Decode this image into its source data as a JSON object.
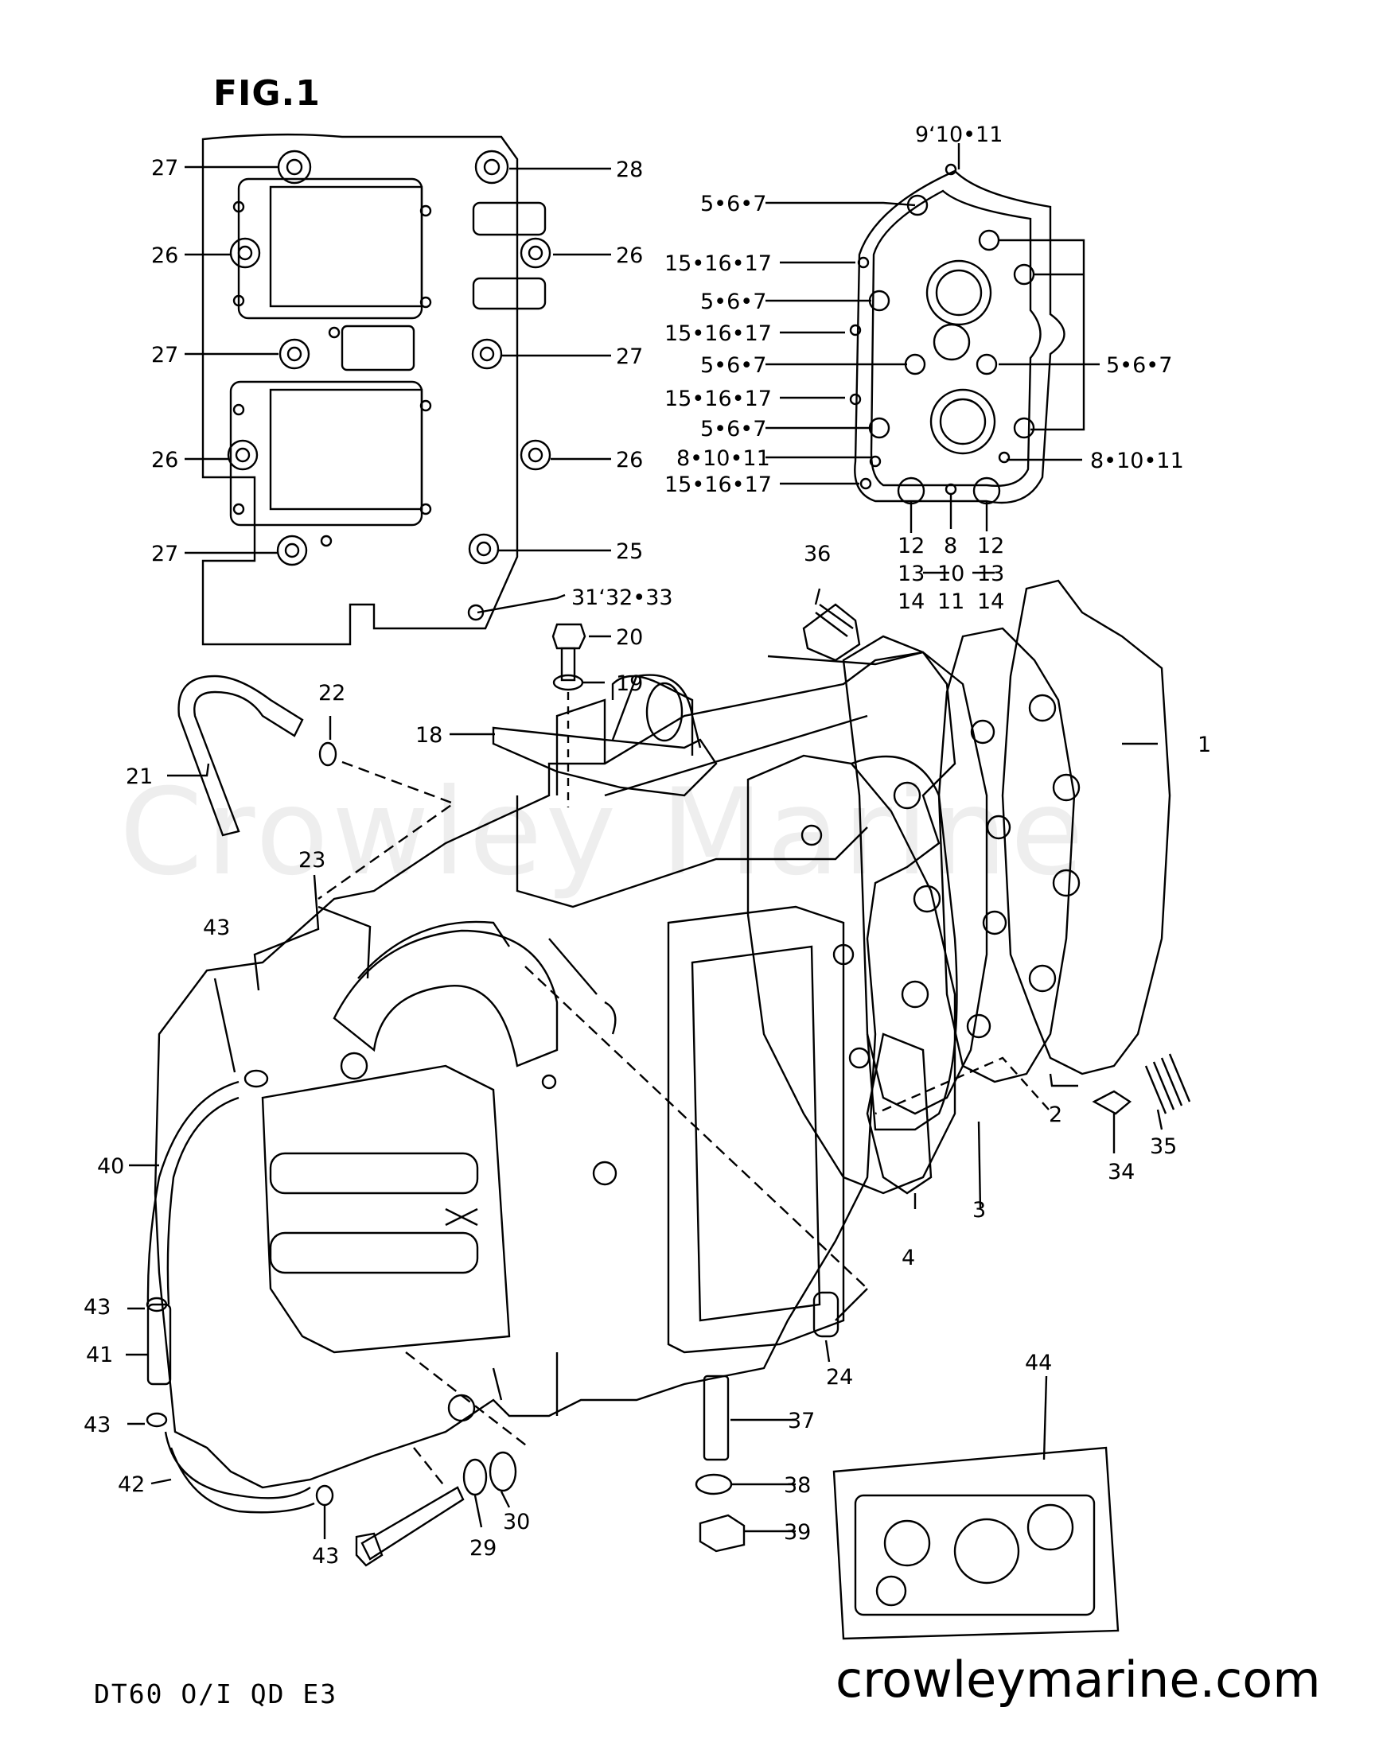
{
  "figure_title": "FIG.1",
  "footer_model": "DT60 O/I QD E3",
  "footer_site": "crowleymarine.com",
  "watermark": "Crowley Marine",
  "callouts": [
    {
      "id": "c27a",
      "text": "27"
    },
    {
      "id": "c28",
      "text": "28"
    },
    {
      "id": "c26a",
      "text": "26"
    },
    {
      "id": "c26b",
      "text": "26"
    },
    {
      "id": "c27b",
      "text": "27"
    },
    {
      "id": "c27c",
      "text": "27"
    },
    {
      "id": "c26c",
      "text": "26"
    },
    {
      "id": "c26d",
      "text": "26"
    },
    {
      "id": "c27d",
      "text": "27"
    },
    {
      "id": "c25",
      "text": "25"
    },
    {
      "id": "c31",
      "text": "31ʻ32•33"
    },
    {
      "id": "c9",
      "text": "9ʻ10•11"
    },
    {
      "id": "c567a",
      "text": "5•6•7"
    },
    {
      "id": "c151617a",
      "text": "15•16•17"
    },
    {
      "id": "c567b",
      "text": "5•6•7"
    },
    {
      "id": "c151617b",
      "text": "15•16•17"
    },
    {
      "id": "c567c",
      "text": "5•6•7"
    },
    {
      "id": "c151617c",
      "text": "15•16•17"
    },
    {
      "id": "c567d",
      "text": "5•6•7"
    },
    {
      "id": "c81011a",
      "text": "8•10•11"
    },
    {
      "id": "c151617d",
      "text": "15•16•17"
    },
    {
      "id": "c567e",
      "text": "5•6•7"
    },
    {
      "id": "c81011b",
      "text": "8•10•11"
    },
    {
      "id": "c12a",
      "text": "12"
    },
    {
      "id": "c13a",
      "text": "13"
    },
    {
      "id": "c14a",
      "text": "14"
    },
    {
      "id": "c8",
      "text": "8"
    },
    {
      "id": "c10",
      "text": "10"
    },
    {
      "id": "c11",
      "text": "11"
    },
    {
      "id": "c12b",
      "text": "12"
    },
    {
      "id": "c13b",
      "text": "13"
    },
    {
      "id": "c14b",
      "text": "14"
    },
    {
      "id": "c36",
      "text": "36"
    },
    {
      "id": "c20",
      "text": "20"
    },
    {
      "id": "c19",
      "text": "19"
    },
    {
      "id": "c22",
      "text": "22"
    },
    {
      "id": "c18",
      "text": "18"
    },
    {
      "id": "c1",
      "text": "1"
    },
    {
      "id": "c21",
      "text": "21"
    },
    {
      "id": "c23",
      "text": "23"
    },
    {
      "id": "c43a",
      "text": "43"
    },
    {
      "id": "c40",
      "text": "40"
    },
    {
      "id": "c2",
      "text": "2"
    },
    {
      "id": "c35",
      "text": "35"
    },
    {
      "id": "c34",
      "text": "34"
    },
    {
      "id": "c3",
      "text": "3"
    },
    {
      "id": "c4",
      "text": "4"
    },
    {
      "id": "c43b",
      "text": "43"
    },
    {
      "id": "c41",
      "text": "41"
    },
    {
      "id": "c24",
      "text": "24"
    },
    {
      "id": "c44",
      "text": "44"
    },
    {
      "id": "c43c",
      "text": "43"
    },
    {
      "id": "c37",
      "text": "37"
    },
    {
      "id": "c42",
      "text": "42"
    },
    {
      "id": "c38",
      "text": "38"
    },
    {
      "id": "c30",
      "text": "30"
    },
    {
      "id": "c39",
      "text": "39"
    },
    {
      "id": "c29",
      "text": "29"
    },
    {
      "id": "c43d",
      "text": "43"
    }
  ]
}
